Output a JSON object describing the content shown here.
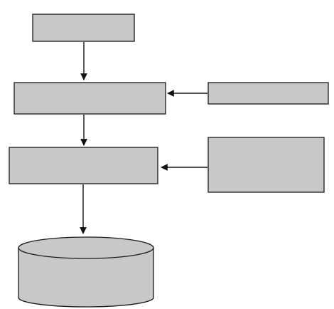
{
  "diagram": {
    "type": "flowchart",
    "colors": {
      "node_fill": "#c8c8c8",
      "node_stroke": "#1a1a1a",
      "arrow": "#111111",
      "background": "#ffffff"
    },
    "nodes": [
      {
        "id": "box-top",
        "shape": "rectangle",
        "label": ""
      },
      {
        "id": "box-middle",
        "shape": "rectangle",
        "label": ""
      },
      {
        "id": "box-right-upper",
        "shape": "rectangle",
        "label": ""
      },
      {
        "id": "box-lower",
        "shape": "rectangle",
        "label": ""
      },
      {
        "id": "box-right-lower",
        "shape": "rectangle",
        "label": ""
      },
      {
        "id": "database",
        "shape": "cylinder",
        "label": ""
      }
    ],
    "edges": [
      {
        "from": "box-top",
        "to": "box-middle"
      },
      {
        "from": "box-right-upper",
        "to": "box-middle"
      },
      {
        "from": "box-middle",
        "to": "box-lower"
      },
      {
        "from": "box-right-lower",
        "to": "box-lower"
      },
      {
        "from": "box-lower",
        "to": "database"
      }
    ]
  }
}
